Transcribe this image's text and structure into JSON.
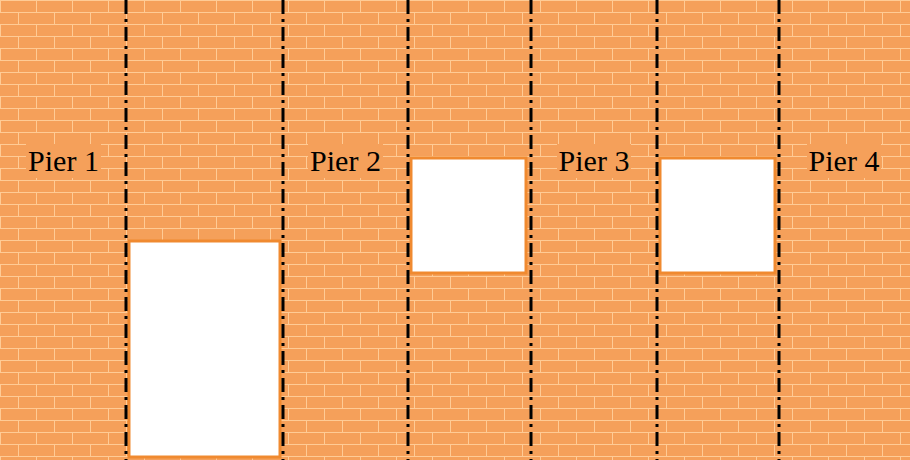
{
  "diagram": {
    "labels": [
      "Pier 1",
      "Pier 2",
      "Pier 3",
      "Pier 4"
    ]
  }
}
